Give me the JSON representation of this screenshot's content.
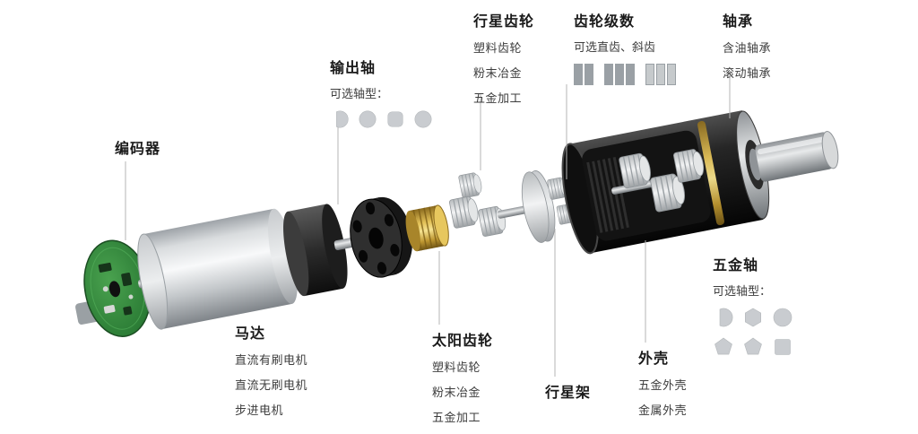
{
  "page": {
    "background": "#ffffff"
  },
  "labels": {
    "encoder": {
      "title": "编码器"
    },
    "output_shaft": {
      "title": "输出轴",
      "subtitle": "可选轴型："
    },
    "planetary_gear": {
      "title": "行星齿轮",
      "options": [
        "塑料齿轮",
        "粉末冶金",
        "五金加工"
      ]
    },
    "gear_stages": {
      "title": "齿轮级数",
      "subtitle": "可选直齿、斜齿"
    },
    "bearing": {
      "title": "轴承",
      "options": [
        "含油轴承",
        "滚动轴承"
      ]
    },
    "motor": {
      "title": "马达",
      "options": [
        "直流有刷电机",
        "直流无刷电机",
        "步进电机"
      ]
    },
    "sun_gear": {
      "title": "太阳齿轮",
      "options": [
        "塑料齿轮",
        "粉末冶金",
        "五金加工"
      ]
    },
    "planet_carrier": {
      "title": "行星架"
    },
    "housing": {
      "title": "外壳",
      "options": [
        "五金外壳",
        "金属外壳"
      ]
    },
    "metal_shaft": {
      "title": "五金轴",
      "subtitle": "可选轴型："
    }
  },
  "icons": {
    "output_shaft_shapes": [
      "d-cut-circle",
      "circle",
      "rounded-square",
      "circle"
    ],
    "gear_stage_bars": [
      2,
      3,
      3
    ],
    "metal_shaft_shapes": [
      "d-cut-circle",
      "hexagon",
      "circle",
      "pentagon",
      "pentagon",
      "square"
    ]
  },
  "colors": {
    "title_text": "#1a1a1a",
    "body_text": "#3d3d3d",
    "callout_line": "#b5b5b5",
    "shape_fill": "#c9ccd0",
    "bar_fill": "#9aa0a5",
    "pcb_green": "#2c7d36",
    "brass": "#d9b544",
    "housing_black": "#141414",
    "motor_silver": "#d9dcde"
  }
}
